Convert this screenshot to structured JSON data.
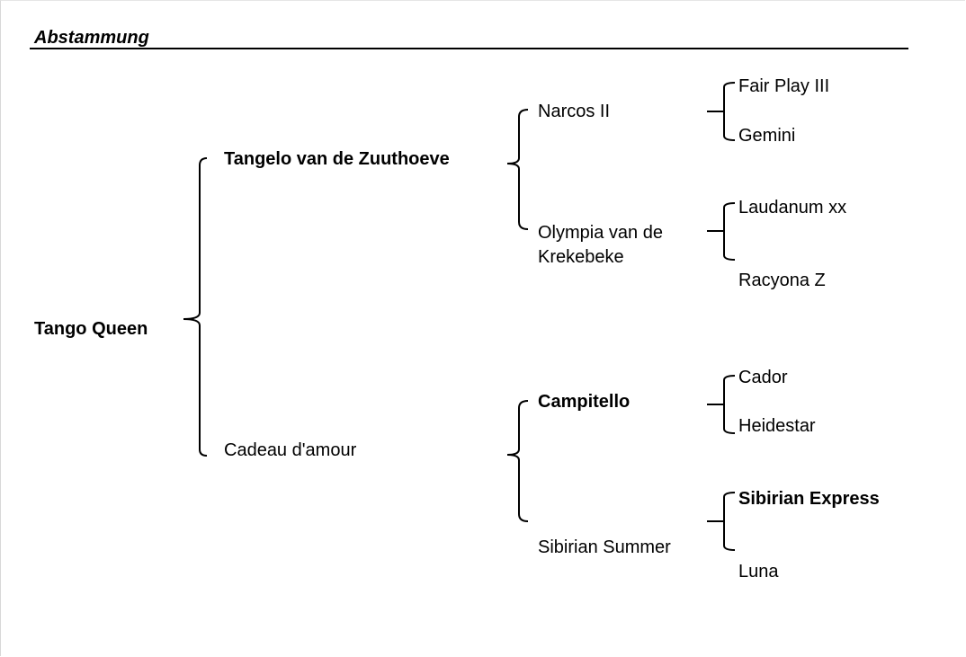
{
  "section_title": "Abstammung",
  "pedigree": {
    "subject": "Tango Queen",
    "sire": "Tangelo van de Zuuthoeve",
    "dam": "Cadeau d'amour",
    "sire_sire": "Narcos II",
    "sire_dam": "Olympia van de Krekebeke",
    "dam_sire": "Campitello",
    "dam_dam": "Sibirian Summer",
    "sire_sire_sire": "Fair Play III",
    "sire_sire_dam": "Gemini",
    "sire_dam_sire": "Laudanum xx",
    "sire_dam_dam": "Racyona Z",
    "dam_sire_sire": "Cador",
    "dam_sire_dam": "Heidestar",
    "dam_dam_sire": "Sibirian Express",
    "dam_dam_dam": "Luna"
  }
}
